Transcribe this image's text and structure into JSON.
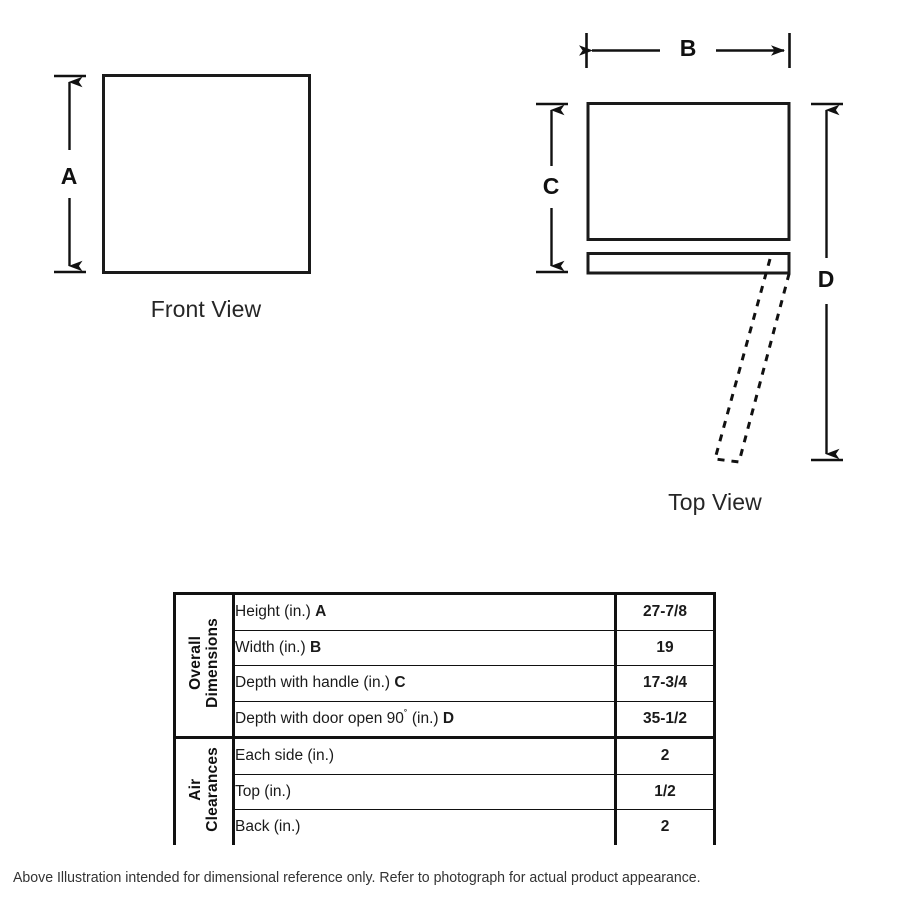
{
  "diagram": {
    "front_view": {
      "caption": "Front View",
      "dimension_letter": "A"
    },
    "top_view": {
      "caption": "Top View",
      "width_letter": "B",
      "depth_letter": "C",
      "door_open_letter": "D"
    }
  },
  "table": {
    "groups": [
      {
        "label_lines": "Overall\nDimensions",
        "label_line_1": "Overall",
        "label_line_2": "Dimensions",
        "rows": [
          {
            "label": "Height (in.)",
            "ref": "A",
            "value": "27-7/8"
          },
          {
            "label": "Width (in.)",
            "ref": "B",
            "value": "19"
          },
          {
            "label": "Depth with handle (in.)",
            "ref": "C",
            "value": "17-3/4"
          },
          {
            "label_pre": "Depth with door open 90",
            "degree": "˚",
            "label_post": " (in.)",
            "ref": "D",
            "value": "35-1/2"
          }
        ]
      },
      {
        "label_lines": "Air\nClearances",
        "label_line_1": "Air",
        "label_line_2": "Clearances",
        "rows": [
          {
            "label": "Each side (in.)",
            "ref": "",
            "value": "2"
          },
          {
            "label": "Top (in.)",
            "ref": "",
            "value": "1/2"
          },
          {
            "label": "Back (in.)",
            "ref": "",
            "value": "2"
          }
        ]
      }
    ]
  },
  "footnote": {
    "text": "Above Illustration intended for dimensional reference only. Refer to photograph for actual product appearance."
  },
  "colors": {
    "line": "#111111",
    "text": "#1a1a1a",
    "background": "#ffffff"
  }
}
